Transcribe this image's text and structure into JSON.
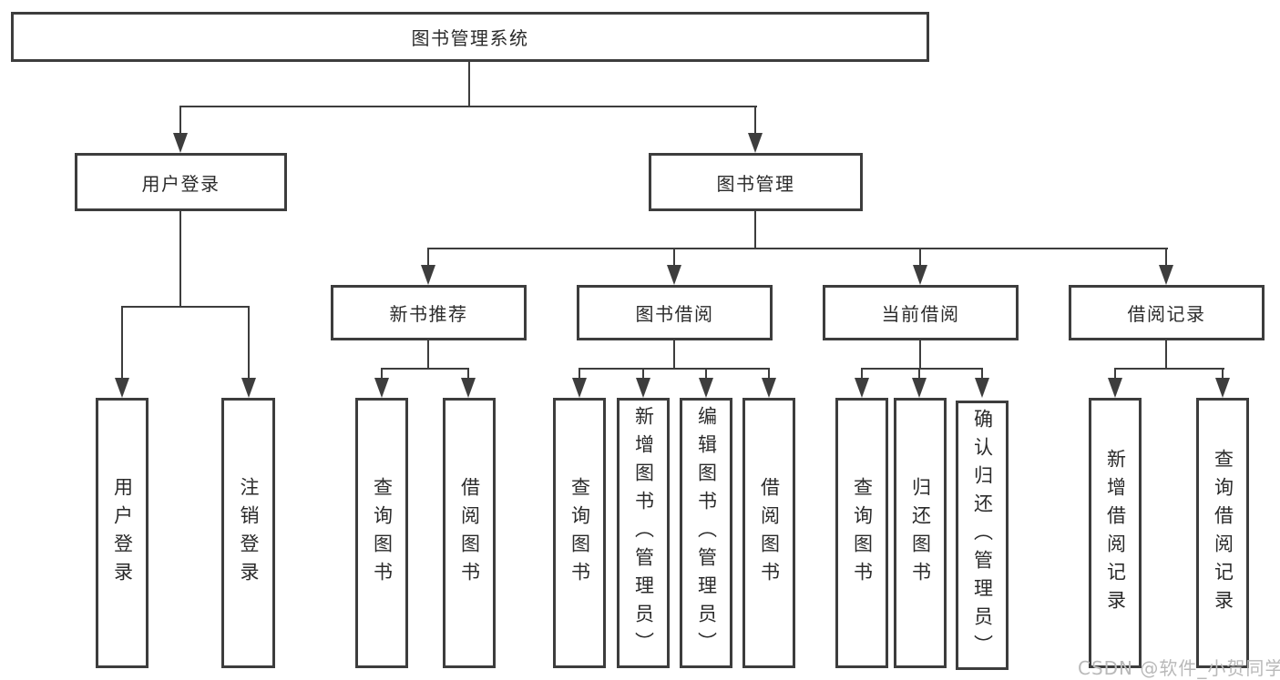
{
  "diagram": {
    "type": "hierarchy-tree",
    "root": {
      "label": "图书管理系统",
      "children": [
        {
          "label": "用户登录",
          "children": [
            {
              "label": "用户登录"
            },
            {
              "label": "注销登录"
            }
          ]
        },
        {
          "label": "图书管理",
          "children": [
            {
              "label": "新书推荐",
              "children": [
                {
                  "label": "查询图书"
                },
                {
                  "label": "借阅图书"
                }
              ]
            },
            {
              "label": "图书借阅",
              "children": [
                {
                  "label": "查询图书"
                },
                {
                  "label": "新增图书（管理员）"
                },
                {
                  "label": "编辑图书（管理员）"
                },
                {
                  "label": "借阅图书"
                }
              ]
            },
            {
              "label": "当前借阅",
              "children": [
                {
                  "label": "查询图书"
                },
                {
                  "label": "归还图书"
                },
                {
                  "label": "确认归还（管理员）"
                }
              ]
            },
            {
              "label": "借阅记录",
              "children": [
                {
                  "label": "新增借阅记录"
                },
                {
                  "label": "查询借阅记录"
                }
              ]
            }
          ]
        }
      ]
    }
  },
  "watermark": {
    "text": "CSDN @软件_小贺同学"
  },
  "colors": {
    "line": "#3d3d3d",
    "text": "#2b2b2b",
    "watermark": "#b9b9b9",
    "background": "#ffffff"
  }
}
